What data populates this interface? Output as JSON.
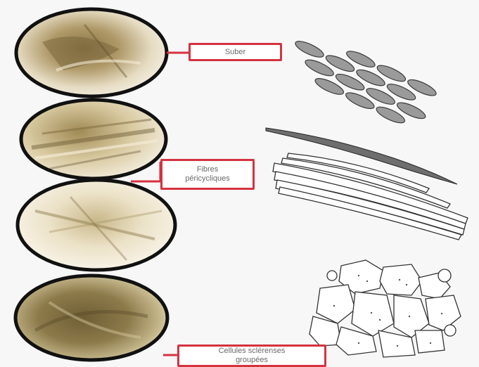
{
  "labels": {
    "suber": "Suber",
    "fibres_line1": "Fibres",
    "fibres_line2": "péricycliques",
    "cellules_line1": "Cellules sclérenses",
    "cellules_line2": "groupées"
  },
  "colors": {
    "accent": "#d5323f",
    "circle_border": "#111111",
    "micro_tone_light": "#e8dcc0",
    "micro_tone_dark": "#6b5a33"
  },
  "micrographs": [
    {
      "name": "micrograph-suber"
    },
    {
      "name": "micrograph-fibres-1"
    },
    {
      "name": "micrograph-fibres-2"
    },
    {
      "name": "micrograph-cellules"
    }
  ]
}
